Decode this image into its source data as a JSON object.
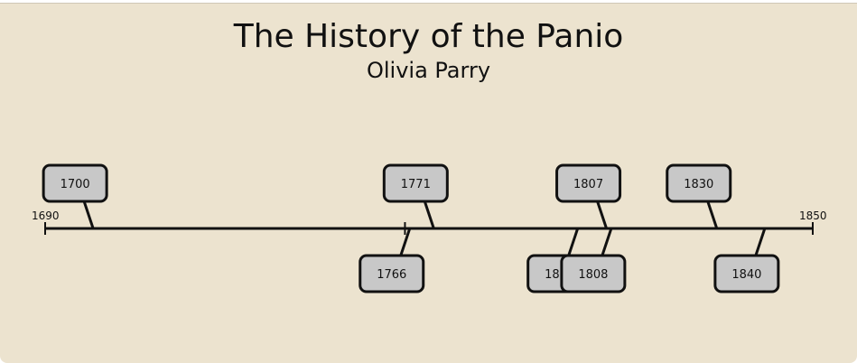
{
  "title": "The History of the Panio",
  "subtitle": "Olivia Parry",
  "colors": {
    "background": "#ece3cf",
    "box_fill": "#c8c8c8",
    "line": "#111111"
  },
  "timeline": {
    "start": 1690,
    "end": 1850,
    "start_label": "1690",
    "end_label": "1850",
    "mid_tick": 1765
  },
  "events": [
    {
      "year": 1700,
      "label": "1700",
      "side": "above"
    },
    {
      "year": 1771,
      "label": "1771",
      "side": "above"
    },
    {
      "year": 1807,
      "label": "1807",
      "side": "above"
    },
    {
      "year": 1830,
      "label": "1830",
      "side": "above"
    },
    {
      "year": 1766,
      "label": "1766",
      "side": "below"
    },
    {
      "year": 1801,
      "label": "1801",
      "side": "below"
    },
    {
      "year": 1808,
      "label": "1808",
      "side": "below"
    },
    {
      "year": 1840,
      "label": "1840",
      "side": "below"
    }
  ]
}
